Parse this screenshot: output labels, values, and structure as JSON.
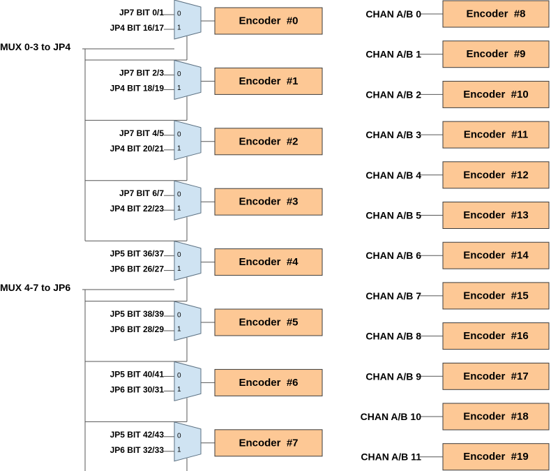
{
  "colors": {
    "encoder_fill": "#fdc895",
    "encoder_stroke": "#3a3a3a",
    "mux_fill": "#cfe3f2",
    "mux_stroke": "#5a6f80",
    "line": "#555555"
  },
  "mux_groups": [
    {
      "label": "MUX 0-3 to JP4",
      "muxes": [
        {
          "in0": "JP7 BIT 0/1",
          "in1": "JP4 BIT 16/17",
          "pin0": "0",
          "pin1": "1",
          "encoder": "Encoder  #0"
        },
        {
          "in0": "JP7 BIT 2/3",
          "in1": "JP4 BIT 18/19",
          "pin0": "0",
          "pin1": "1",
          "encoder": "Encoder  #1"
        },
        {
          "in0": "JP7 BIT 4/5",
          "in1": "JP4 BIT 20/21",
          "pin0": "0",
          "pin1": "1",
          "encoder": "Encoder  #2"
        },
        {
          "in0": "JP7 BIT 6/7",
          "in1": "JP4 BIT 22/23",
          "pin0": "0",
          "pin1": "1",
          "encoder": "Encoder  #3"
        }
      ]
    },
    {
      "label": "MUX 4-7 to JP6",
      "muxes": [
        {
          "in0": "JP5 BIT 36/37",
          "in1": "JP6 BIT 26/27",
          "pin0": "0",
          "pin1": "1",
          "encoder": "Encoder  #4"
        },
        {
          "in0": "JP5 BIT 38/39",
          "in1": "JP6 BIT 28/29",
          "pin0": "0",
          "pin1": "1",
          "encoder": "Encoder  #5"
        },
        {
          "in0": "JP5 BIT 40/41",
          "in1": "JP6 BIT 30/31",
          "pin0": "0",
          "pin1": "1",
          "encoder": "Encoder  #6"
        },
        {
          "in0": "JP5 BIT 42/43",
          "in1": "JP6 BIT 32/33",
          "pin0": "0",
          "pin1": "1",
          "encoder": "Encoder  #7"
        }
      ]
    }
  ],
  "channels": [
    {
      "label": "CHAN A/B 0",
      "encoder": "Encoder  #8"
    },
    {
      "label": "CHAN A/B 1",
      "encoder": "Encoder  #9"
    },
    {
      "label": "CHAN A/B 2",
      "encoder": "Encoder  #10"
    },
    {
      "label": "CHAN A/B 3",
      "encoder": "Encoder  #11"
    },
    {
      "label": "CHAN A/B 4",
      "encoder": "Encoder  #12"
    },
    {
      "label": "CHAN A/B 5",
      "encoder": "Encoder  #13"
    },
    {
      "label": "CHAN A/B 6",
      "encoder": "Encoder  #14"
    },
    {
      "label": "CHAN A/B 7",
      "encoder": "Encoder  #15"
    },
    {
      "label": "CHAN A/B 8",
      "encoder": "Encoder  #16"
    },
    {
      "label": "CHAN A/B 9",
      "encoder": "Encoder  #17"
    },
    {
      "label": "CHAN A/B 10",
      "encoder": "Encoder  #18"
    },
    {
      "label": "CHAN A/B 11",
      "encoder": "Encoder  #19"
    }
  ]
}
